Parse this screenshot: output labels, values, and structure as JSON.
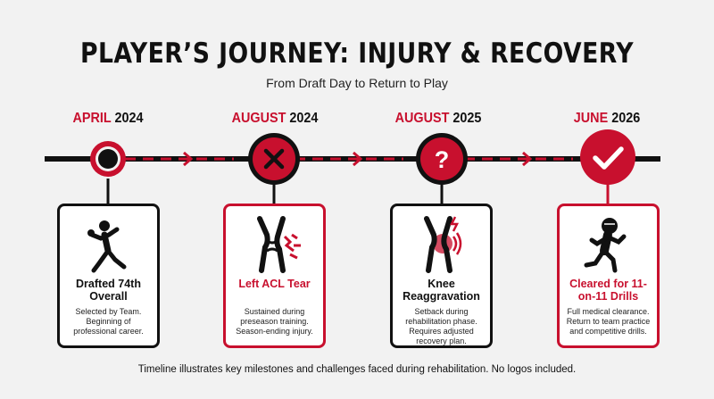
{
  "header": {
    "title": "PLAYER’S JOURNEY: INJURY & RECOVERY",
    "subtitle": "From Draft Day to Return to Play"
  },
  "milestones": [
    {
      "month": "APRIL",
      "year": "2024",
      "marker_icon": "dot-icon",
      "card_icon": "pitcher-throwing-icon",
      "title": "Drafted 74th Overall",
      "description": "Selected by Team. Beginning of professional career."
    },
    {
      "month": "AUGUST",
      "year": "2024",
      "marker_icon": "x-icon",
      "card_icon": "knee-injury-icon",
      "title": "Left ACL Tear",
      "description": "Sustained during preseason training. Season-ending injury."
    },
    {
      "month": "AUGUST",
      "year": "2025",
      "marker_icon": "question-icon",
      "card_icon": "knee-pain-icon",
      "title": "Knee Reaggravation",
      "description": "Setback during rehabilitation phase. Requires adjusted recovery plan."
    },
    {
      "month": "JUNE",
      "year": "2026",
      "marker_icon": "checkmark-icon",
      "card_icon": "football-player-running-icon",
      "title": "Cleared for 11-on-11 Drills",
      "description": "Full medical clearance. Return to team practice and competitive drills."
    }
  ],
  "marker_glyphs": {
    "question": "?"
  },
  "footer": {
    "note": "Timeline illustrates key milestones and challenges faced during rehabilitation. No logos included."
  },
  "colors": {
    "accent": "#c8102e",
    "dark": "#111111",
    "background": "#f2f2f2"
  }
}
